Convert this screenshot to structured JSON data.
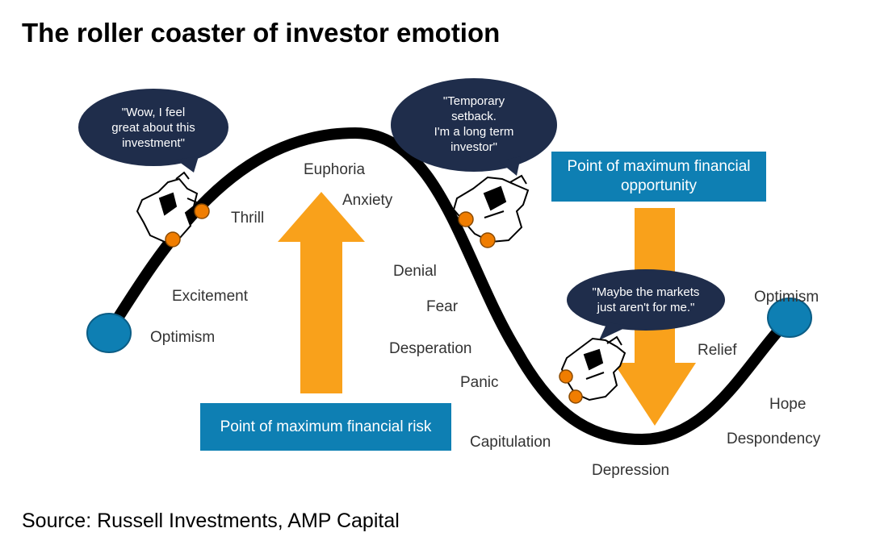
{
  "title": "The roller coaster of investor emotion",
  "source": "Source: Russell Investments, AMP Capital",
  "stages": [
    {
      "id": "optimism-start",
      "label": "Optimism"
    },
    {
      "id": "excitement",
      "label": "Excitement"
    },
    {
      "id": "thrill",
      "label": "Thrill"
    },
    {
      "id": "euphoria",
      "label": "Euphoria"
    },
    {
      "id": "anxiety",
      "label": "Anxiety"
    },
    {
      "id": "denial",
      "label": "Denial"
    },
    {
      "id": "fear",
      "label": "Fear"
    },
    {
      "id": "desperation",
      "label": "Desperation"
    },
    {
      "id": "panic",
      "label": "Panic"
    },
    {
      "id": "capitulation",
      "label": "Capitulation"
    },
    {
      "id": "depression",
      "label": "Depression"
    },
    {
      "id": "relief",
      "label": "Relief"
    },
    {
      "id": "hope",
      "label": "Hope"
    },
    {
      "id": "despondency",
      "label": "Despondency"
    },
    {
      "id": "optimism-end",
      "label": "Optimism"
    }
  ],
  "bubbles": [
    {
      "id": "wow",
      "lines": [
        "\"Wow, I feel",
        "great about  this",
        "investment\""
      ]
    },
    {
      "id": "setback",
      "lines": [
        "\"Temporary",
        "setback.",
        "I'm a long term",
        "investor\""
      ]
    },
    {
      "id": "maybe",
      "lines": [
        "\"Maybe  the markets",
        "just aren't for me.\""
      ]
    }
  ],
  "boxes": {
    "risk": "Point of maximum financial risk",
    "opportunity": "Point of maximum financial opportunity"
  },
  "colors": {
    "curve": "#000000",
    "endpoint": "#0e7fb3",
    "rider": "#f07d00",
    "arrow": "#f9a11b",
    "box": "#0e7fb3",
    "bubble": "#1f2d4b"
  },
  "icons": [
    "investor-figure-icon"
  ]
}
